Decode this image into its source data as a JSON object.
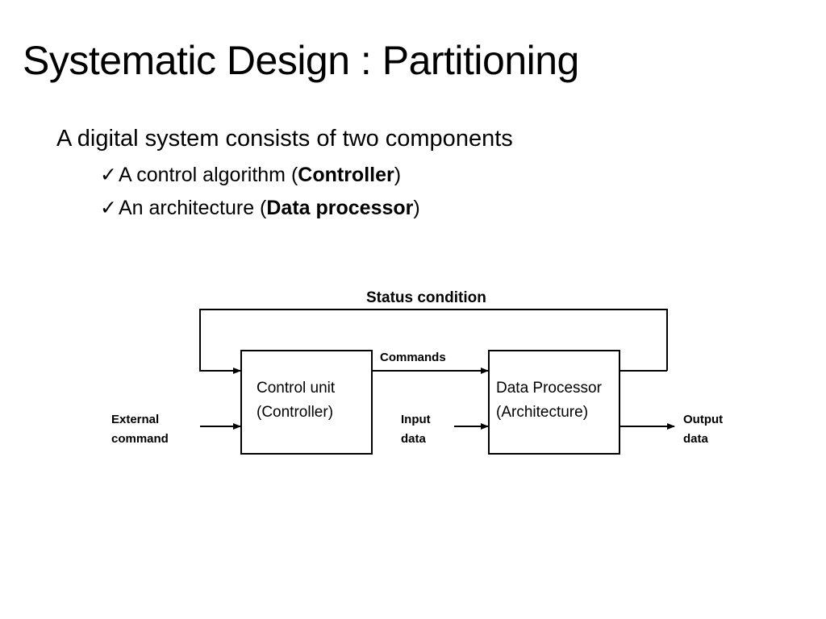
{
  "slide": {
    "title": "Systematic Design : Partitioning",
    "intro": "A digital system consists of two components",
    "bullets": [
      {
        "prefix": "A control algorithm (",
        "bold": "Controller",
        "suffix": ")"
      },
      {
        "prefix": "An architecture (",
        "bold": "Data processor",
        "suffix": ")"
      }
    ],
    "check_glyph": "✓"
  },
  "diagram": {
    "status_label": "Status condition",
    "commands_label": "Commands",
    "external_command": [
      "External",
      "command"
    ],
    "input_data": [
      "Input",
      "data"
    ],
    "output_data": [
      "Output",
      "data"
    ],
    "control_unit": [
      "Control unit",
      "(Controller)"
    ],
    "data_processor": [
      "Data Processor",
      "(Architecture)"
    ]
  }
}
